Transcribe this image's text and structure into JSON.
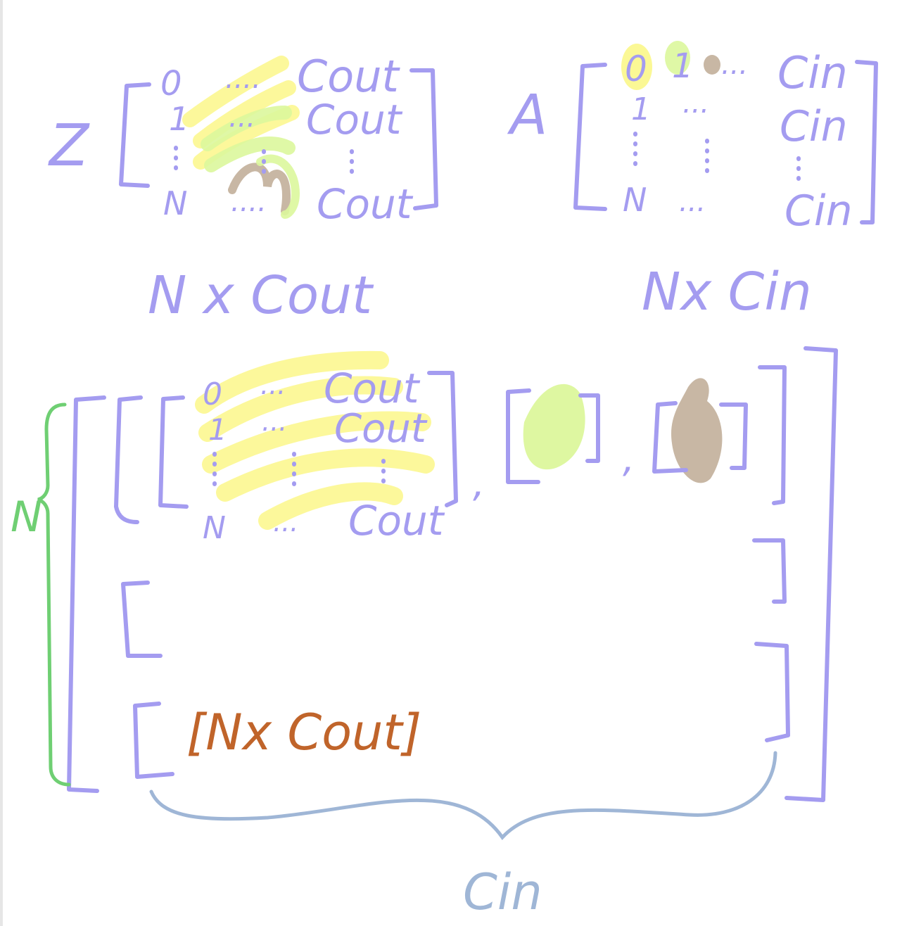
{
  "matrix_z": {
    "name": "Z",
    "rows": [
      {
        "index": "0",
        "dots": "....",
        "end": "Cout"
      },
      {
        "index": "1",
        "dots": "...",
        "end": "Cout"
      },
      {
        "index": "N",
        "dots": "....",
        "end": "Cout"
      }
    ],
    "size_label": "N x Cout"
  },
  "matrix_a": {
    "name": "A",
    "cols": [
      "0",
      "1"
    ],
    "row_dots": "...",
    "rows": [
      {
        "index": "1",
        "end": "Cin"
      },
      {
        "index": "N",
        "end": "Cin"
      }
    ],
    "top_end": "Cin",
    "size_label": "Nx Cin"
  },
  "block": {
    "first_slice": {
      "top_index": "0",
      "top_dots": "...",
      "top_end": "Cout",
      "row1_index": "1",
      "row1_dots": "...",
      "row1_end": "Cout",
      "bottom_index": "N",
      "bottom_dots": "...",
      "bottom_end": "Cout"
    },
    "separator": ",",
    "slice_label": "[Nx Cout]",
    "n_brace_label": "N",
    "cin_brace_label": "Cin"
  },
  "colors": {
    "ink": "#a49cf0",
    "yellow_highlight": "#fbf78a",
    "green_highlight": "#dcf79c",
    "brown_highlight": "#c8b7a4",
    "n_brace": "#6fcf73",
    "cin_brace": "#9fb6d6",
    "slice_label": "#c0642a"
  }
}
